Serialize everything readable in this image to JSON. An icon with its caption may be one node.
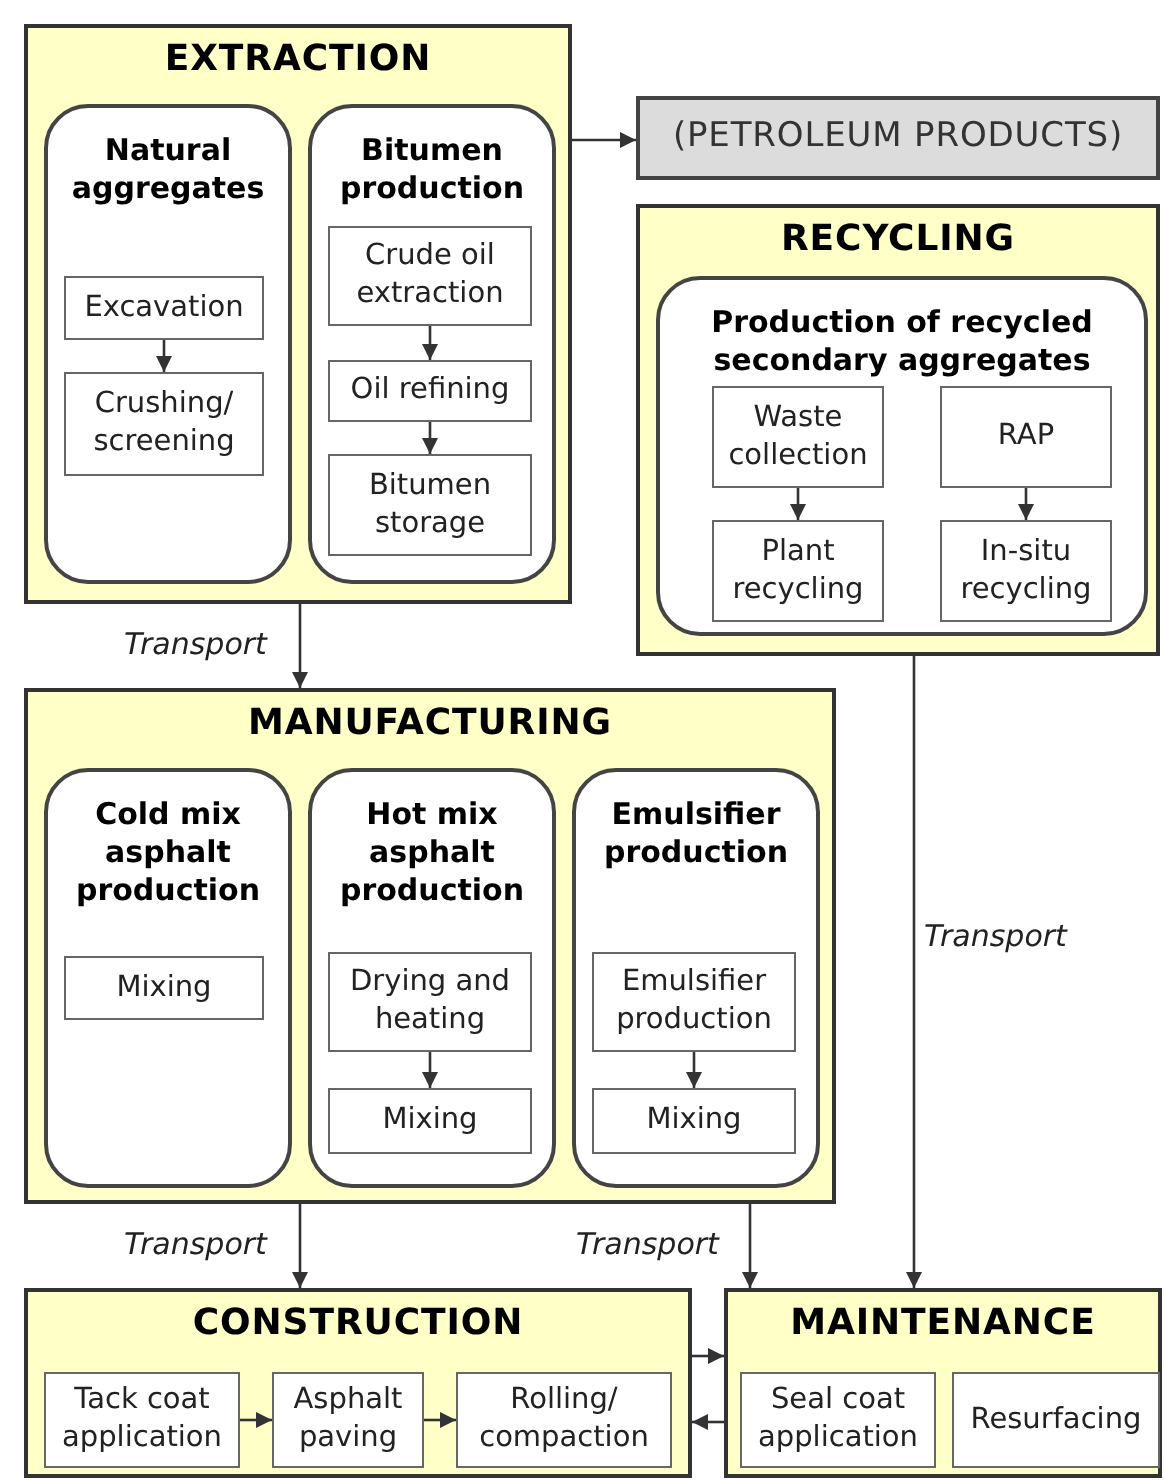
{
  "diagram": {
    "nodes": [
      {
        "text": [
          "EXTRACTION"
        ]
      },
      {
        "text": [
          "Natural aggregates"
        ],
        "in": 0
      },
      {
        "text": [
          "Excavation"
        ],
        "in": 1
      },
      {
        "text": [
          "Crushing/ screening"
        ],
        "in": 1
      },
      {
        "text": [
          "Bitumen production"
        ],
        "in": 0
      },
      {
        "text": [
          "Crude oil extraction"
        ],
        "in": 4
      },
      {
        "text": [
          "Oil refining"
        ],
        "in": 4
      },
      {
        "text": [
          "Bitumen storage"
        ],
        "in": 4
      },
      {
        "text": [
          "(PETROLEUM PRODUCTS)"
        ]
      },
      {
        "text": [
          "RECYCLING"
        ]
      },
      {
        "text": [
          "Production of recycled secondary aggregates"
        ],
        "in": 9
      },
      {
        "text": [
          "Waste collection"
        ],
        "in": 10
      },
      {
        "text": [
          "RAP"
        ],
        "in": 10
      },
      {
        "text": [
          "Plant recycling"
        ],
        "in": 10
      },
      {
        "text": [
          "In-situ recycling"
        ],
        "in": 10
      },
      {
        "text": [
          "MANUFACTURING"
        ]
      },
      {
        "text": [
          "Cold mix asphalt production"
        ],
        "in": 15
      },
      {
        "text": [
          "Mixing"
        ],
        "in": 16
      },
      {
        "text": [
          "Hot mix asphalt production"
        ],
        "in": 15
      },
      {
        "text": [
          "Drying and heating"
        ],
        "in": 18
      },
      {
        "text": [
          "Mixing"
        ],
        "in": 18
      },
      {
        "text": [
          "Emulsifier production"
        ],
        "in": 15
      },
      {
        "text": [
          "Emulsifier production"
        ],
        "in": 21
      },
      {
        "text": [
          "Mixing"
        ],
        "in": 21
      },
      {
        "text": [
          "CONSTRUCTION"
        ]
      },
      {
        "text": [
          "Tack coat application"
        ],
        "in": 24
      },
      {
        "text": [
          "Asphalt paving"
        ],
        "in": 24
      },
      {
        "text": [
          "Rolling/ compaction"
        ],
        "in": 24
      },
      {
        "text": [
          "MAINTENANCE"
        ]
      },
      {
        "text": [
          "Seal coat application"
        ],
        "in": 28
      },
      {
        "text": [
          "Resurfacing"
        ],
        "in": 28
      }
    ],
    "edges": [
      {
        "from": 2,
        "to": 3,
        "arrow": "to"
      },
      {
        "from": 5,
        "to": 6,
        "arrow": "to"
      },
      {
        "from": 6,
        "to": 7,
        "arrow": "to"
      },
      {
        "from": 11,
        "to": 13,
        "arrow": "to"
      },
      {
        "from": 12,
        "to": 14,
        "arrow": "to"
      },
      {
        "from": 0,
        "to": 8,
        "arrow": "to"
      },
      {
        "from": 0,
        "to": 15,
        "arrow": "to",
        "label": "Transport"
      },
      {
        "from": 9,
        "to": 28,
        "arrow": "to",
        "label": "Transport"
      },
      {
        "from": 19,
        "to": 20,
        "arrow": "to"
      },
      {
        "from": 22,
        "to": 23,
        "arrow": "to"
      },
      {
        "from": 15,
        "to": 24,
        "arrow": "to",
        "label": "Transport"
      },
      {
        "from": 15,
        "to": 28,
        "arrow": "to",
        "label": "Transport"
      },
      {
        "from": 24,
        "to": 28,
        "arrow": "to"
      },
      {
        "from": 28,
        "to": 24,
        "arrow": "to"
      },
      {
        "from": 25,
        "to": 26,
        "arrow": "to"
      },
      {
        "from": 26,
        "to": 27,
        "arrow": "to"
      }
    ]
  }
}
